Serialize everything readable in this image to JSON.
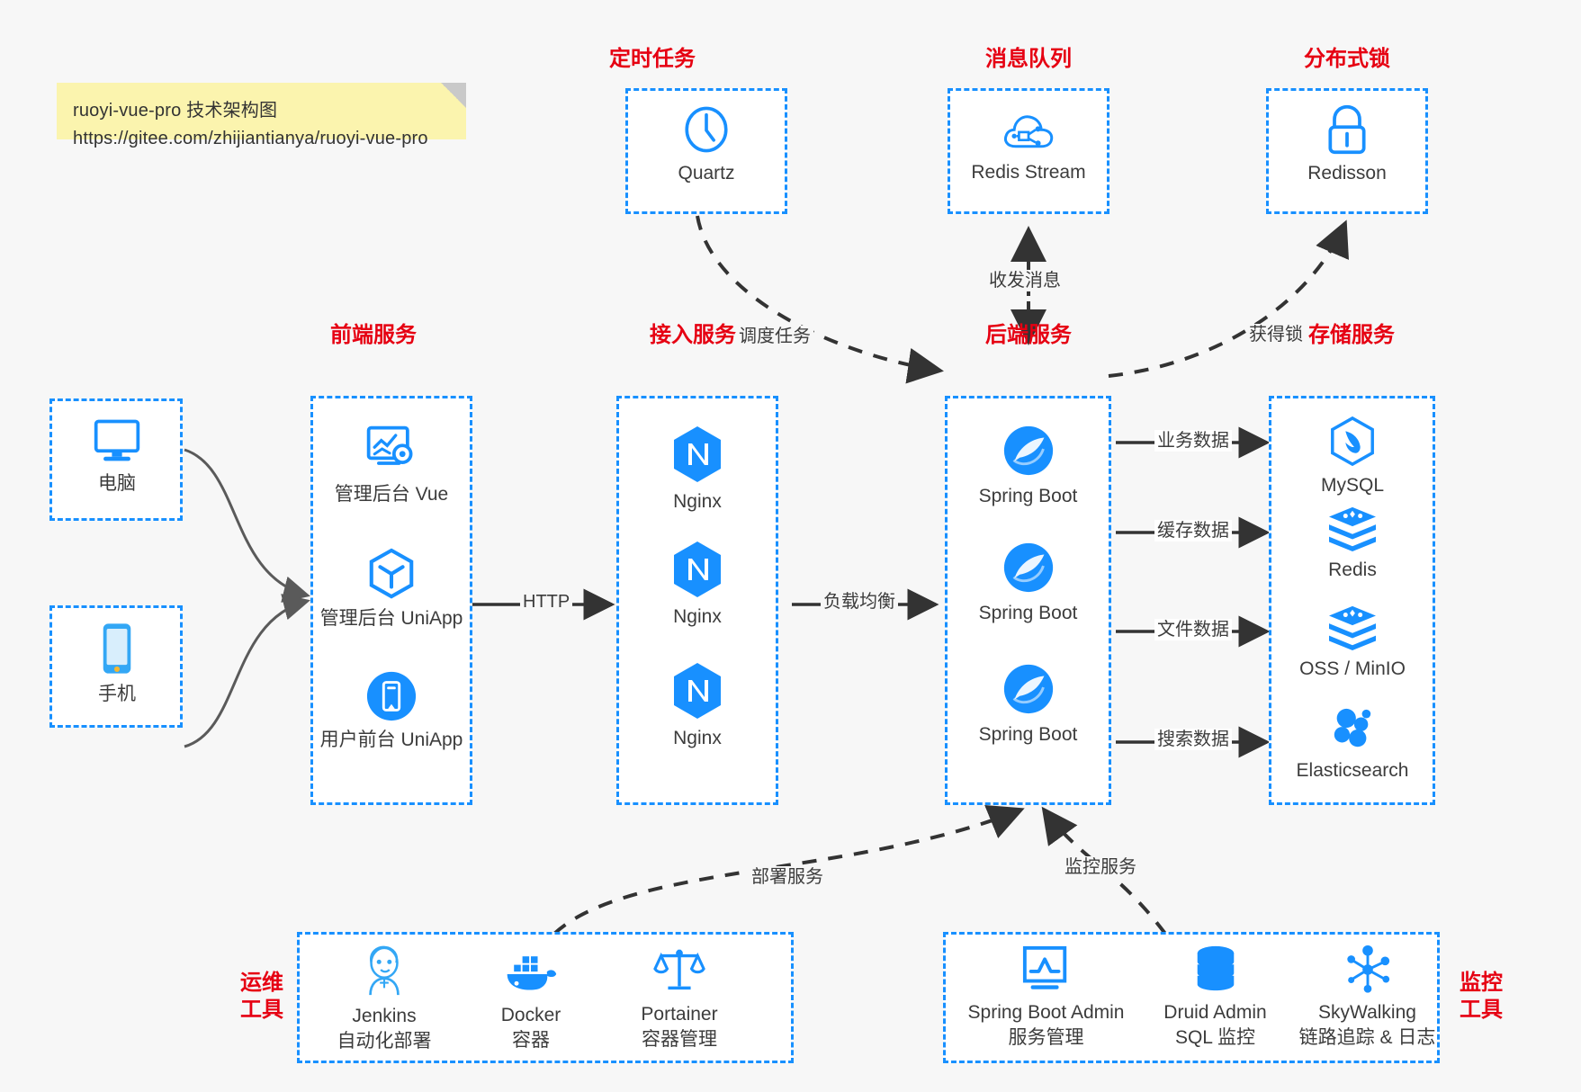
{
  "note": {
    "line1": "ruoyi-vue-pro 技术架构图",
    "line2": "https://gitee.com/zhijiantianya/ruoyi-vue-pro"
  },
  "colors": {
    "accent": "#1890ff",
    "title": "#e60012",
    "text": "#3c3c3c",
    "background": "#f7f7f7",
    "note": "#fbf4ae",
    "arrow": "#333333"
  },
  "groups": {
    "scheduler": {
      "title": "定时任务",
      "nodes": [
        {
          "label": "Quartz",
          "icon": "clock-icon"
        }
      ]
    },
    "mq": {
      "title": "消息队列",
      "nodes": [
        {
          "label": "Redis Stream",
          "icon": "cloud-network-icon"
        }
      ]
    },
    "lock": {
      "title": "分布式锁",
      "nodes": [
        {
          "label": "Redisson",
          "icon": "lock-icon"
        }
      ]
    },
    "clients": {
      "nodes": [
        {
          "label": "电脑",
          "icon": "desktop-icon"
        },
        {
          "label": "手机",
          "icon": "mobile-icon"
        }
      ]
    },
    "frontend": {
      "title": "前端服务",
      "nodes": [
        {
          "label": "管理后台 Vue",
          "icon": "dashboard-gear-icon"
        },
        {
          "label": "管理后台 UniApp",
          "icon": "cube-icon"
        },
        {
          "label": "用户前台 UniApp",
          "icon": "mobile-app-icon"
        }
      ]
    },
    "gateway": {
      "title": "接入服务",
      "nodes": [
        {
          "label": "Nginx",
          "icon": "nginx-icon"
        },
        {
          "label": "Nginx",
          "icon": "nginx-icon"
        },
        {
          "label": "Nginx",
          "icon": "nginx-icon"
        }
      ]
    },
    "backend": {
      "title": "后端服务",
      "nodes": [
        {
          "label": "Spring Boot",
          "icon": "spring-boot-icon"
        },
        {
          "label": "Spring Boot",
          "icon": "spring-boot-icon"
        },
        {
          "label": "Spring Boot",
          "icon": "spring-boot-icon"
        }
      ]
    },
    "storage": {
      "title": "存储服务",
      "nodes": [
        {
          "label": "MySQL",
          "icon": "mysql-icon"
        },
        {
          "label": "Redis",
          "icon": "redis-icon"
        },
        {
          "label": "OSS / MinIO",
          "icon": "oss-minio-icon"
        },
        {
          "label": "Elasticsearch",
          "icon": "elasticsearch-icon"
        }
      ]
    },
    "devops": {
      "title": "运维\n工具",
      "title_line1": "运维",
      "title_line2": "工具",
      "nodes": [
        {
          "label": "Jenkins",
          "sub": "自动化部署",
          "icon": "jenkins-icon"
        },
        {
          "label": "Docker",
          "sub": "容器",
          "icon": "docker-icon"
        },
        {
          "label": "Portainer",
          "sub": "容器管理",
          "icon": "scales-icon"
        }
      ]
    },
    "monitor": {
      "title_line1": "监控",
      "title_line2": "工具",
      "nodes": [
        {
          "label": "Spring Boot Admin",
          "sub": "服务管理",
          "icon": "monitor-chart-icon"
        },
        {
          "label": "Druid Admin",
          "sub": "SQL 监控",
          "icon": "database-icon"
        },
        {
          "label": "SkyWalking",
          "sub": "链路追踪 & 日志",
          "icon": "skywalking-icon"
        }
      ]
    }
  },
  "edges": [
    {
      "name": "schedule-task",
      "label": "调度任务",
      "style": "dashed"
    },
    {
      "name": "send-receive",
      "label": "收发消息",
      "style": "dashed"
    },
    {
      "name": "acquire-lock",
      "label": "获得锁",
      "style": "dashed"
    },
    {
      "name": "http",
      "label": "HTTP",
      "style": "solid"
    },
    {
      "name": "load-balance",
      "label": "负载均衡",
      "style": "solid"
    },
    {
      "name": "business-data",
      "label": "业务数据",
      "style": "solid"
    },
    {
      "name": "cache-data",
      "label": "缓存数据",
      "style": "solid"
    },
    {
      "name": "file-data",
      "label": "文件数据",
      "style": "solid"
    },
    {
      "name": "search-data",
      "label": "搜索数据",
      "style": "solid"
    },
    {
      "name": "deploy-service",
      "label": "部署服务",
      "style": "dashed"
    },
    {
      "name": "monitor-service",
      "label": "监控服务",
      "style": "dashed"
    }
  ]
}
